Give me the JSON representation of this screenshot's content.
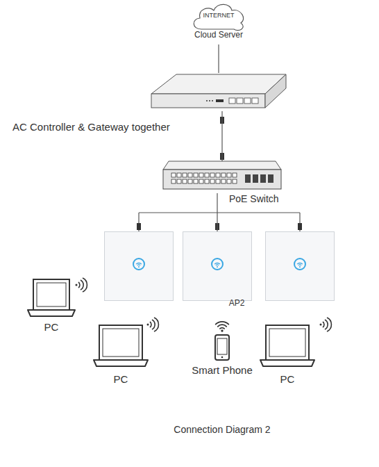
{
  "diagram": {
    "caption": "Connection Diagram 2",
    "nodes": [
      {
        "text": [
          "INTERNET",
          "Cloud Server"
        ]
      },
      {
        "text": [
          "AC Controller & Gateway together"
        ]
      },
      {
        "text": [
          "PoE Switch"
        ]
      },
      {
        "text": [
          "AP2"
        ]
      },
      {
        "text": [
          "PC"
        ]
      },
      {
        "text": [
          "PC"
        ]
      },
      {
        "text": [
          "Smart Phone"
        ]
      },
      {
        "text": [
          "PC"
        ]
      }
    ],
    "edges": [
      {
        "from": 0,
        "to": 1,
        "arrow": "none"
      },
      {
        "from": 1,
        "to": 2,
        "arrow": "none"
      },
      {
        "from": 2,
        "to": 3,
        "arrow": "none"
      }
    ]
  }
}
